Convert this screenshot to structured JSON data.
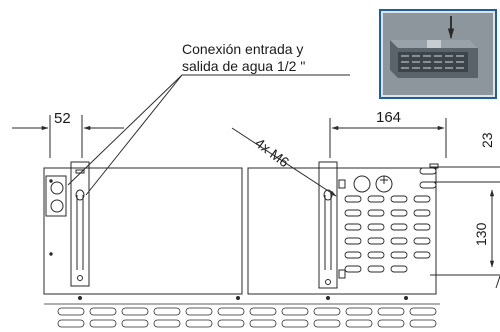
{
  "callouts": {
    "connection_line1": "Conexión entrada y",
    "connection_line2": "salida de agua 1/2 \"",
    "bolts": "4x M6"
  },
  "dimensions": {
    "left_bracket": "52",
    "right_offset": "164",
    "top_right": "23",
    "vertical": "130"
  },
  "colors": {
    "line": "#2a2a2a",
    "inset_frame": "#1f5f9e",
    "inset_bg": "#6f7880",
    "background": "#ffffff"
  }
}
